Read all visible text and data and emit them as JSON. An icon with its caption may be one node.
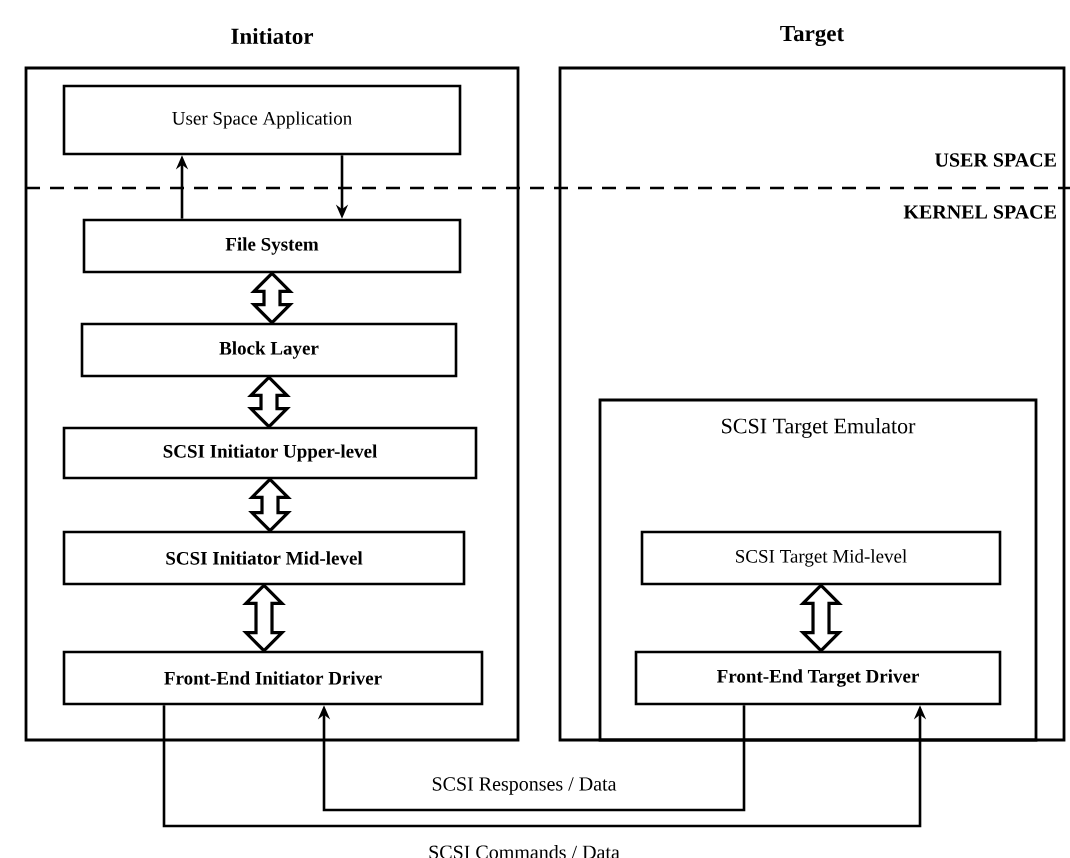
{
  "diagram": {
    "nodes": [
      {
        "text": [
          "Initiator"
        ]
      },
      {
        "text": [
          "Target"
        ]
      },
      {
        "text": [
          "User Space Application"
        ],
        "in": 0
      },
      {
        "text": [
          "File System"
        ],
        "in": 0
      },
      {
        "text": [
          "Block Layer"
        ],
        "in": 0
      },
      {
        "text": [
          "SCSI Initiator Upper-level"
        ],
        "in": 0
      },
      {
        "text": [
          "SCSI Initiator Mid-level"
        ],
        "in": 0
      },
      {
        "text": [
          "Front-End Initiator Driver"
        ],
        "in": 0
      },
      {
        "text": [
          "SCSI Target Emulator"
        ],
        "in": 1
      },
      {
        "text": [
          "SCSI Target Mid-level"
        ],
        "in": 8
      },
      {
        "text": [
          "Front-End Target Driver"
        ],
        "in": 8
      }
    ],
    "edges": [
      {
        "from": 3,
        "to": 2,
        "arrow": "to"
      },
      {
        "from": 2,
        "to": 3,
        "arrow": "to"
      },
      {
        "from": 3,
        "to": 4,
        "arrow": "both",
        "style": "thick"
      },
      {
        "from": 4,
        "to": 5,
        "arrow": "both",
        "style": "thick"
      },
      {
        "from": 5,
        "to": 6,
        "arrow": "both",
        "style": "thick"
      },
      {
        "from": 6,
        "to": 7,
        "arrow": "both",
        "style": "thick"
      },
      {
        "from": 9,
        "to": 10,
        "arrow": "both",
        "style": "thick"
      },
      {
        "from": 10,
        "to": 7,
        "arrow": "to",
        "label": "SCSI Responses / Data"
      },
      {
        "from": 7,
        "to": 10,
        "arrow": "to",
        "label": "SCSI Commands / Data"
      }
    ],
    "labels": [
      "USER SPACE",
      "KERNEL SPACE"
    ]
  }
}
